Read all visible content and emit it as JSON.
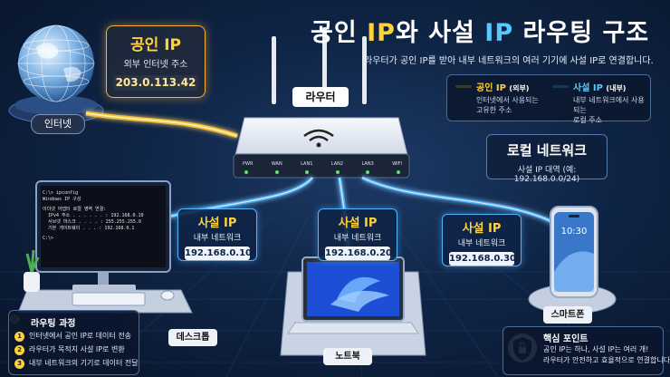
{
  "title": {
    "prefix": "공인 ",
    "ip1": "IP",
    "mid": "와 ",
    "prefix2": "사설 ",
    "ip2": "IP",
    "suffix": " 라우팅 구조"
  },
  "subtitle": "라우터가 공인 IP를 받아 내부 네트워크의 여러 기기에 사설 IP로 연결합니다.",
  "public_ip": {
    "title": "공인 IP",
    "subtitle": "외부 인터넷 주소",
    "ip": "203.0.113.42"
  },
  "internet_label": "인터넷",
  "router_label": "라우터",
  "router_ports": [
    "PWR",
    "WAN",
    "LAN1",
    "LAN2",
    "LAN3",
    "WIFI"
  ],
  "legend": {
    "public": {
      "title": "공인 IP",
      "tag": "(외부)",
      "desc1": "인터넷에서 사용되는",
      "desc2": "고유한 주소",
      "color": "#ffc72e"
    },
    "private": {
      "title": "사설 IP",
      "tag": "(내부)",
      "desc1": "내부 네트워크에서 사용되는",
      "desc2": "로컬 주소",
      "color": "#4fb6ff"
    }
  },
  "lan": {
    "title": "로컬 네트워크",
    "range": "사설 IP 대역 (예: 192.168.0.0/24)"
  },
  "devices": [
    {
      "card_title": "사설 IP",
      "card_sub": "내부 네트워크",
      "ip": "192.168.0.10",
      "label": "데스크톱"
    },
    {
      "card_title": "사설 IP",
      "card_sub": "내부 네트워크",
      "ip": "192.168.0.20",
      "label": "노트북"
    },
    {
      "card_title": "사설 IP",
      "card_sub": "내부 네트워크",
      "ip": "192.168.0.30",
      "label": "스마트폰"
    }
  ],
  "cmd": {
    "lines": [
      "C:\\> ipconfig",
      "Windows IP 구성",
      "이더넷 어댑터 로컬 영역 연결:",
      "  IPv4 주소 . . . . . . : 192.168.0.10",
      "  서브넷 마스크 . . . . : 255.255.255.0",
      "  기본 게이트웨이 . . . : 192.168.0.1",
      "C:\\>"
    ]
  },
  "phone_time": "10:30",
  "process": {
    "title": "라우팅 과정",
    "steps": [
      "인터넷에서 공인 IP로 데이터 전송",
      "라우터가 목적지 사설 IP로 변환",
      "내부 네트워크의 기기로 데이터 전달"
    ]
  },
  "key_point": {
    "title": "핵심 포인트",
    "line1": "공인 IP는 하나, 사설 IP는 여러 개!",
    "line2": "라우터가 안전하고 효율적으로 연결합니다."
  }
}
